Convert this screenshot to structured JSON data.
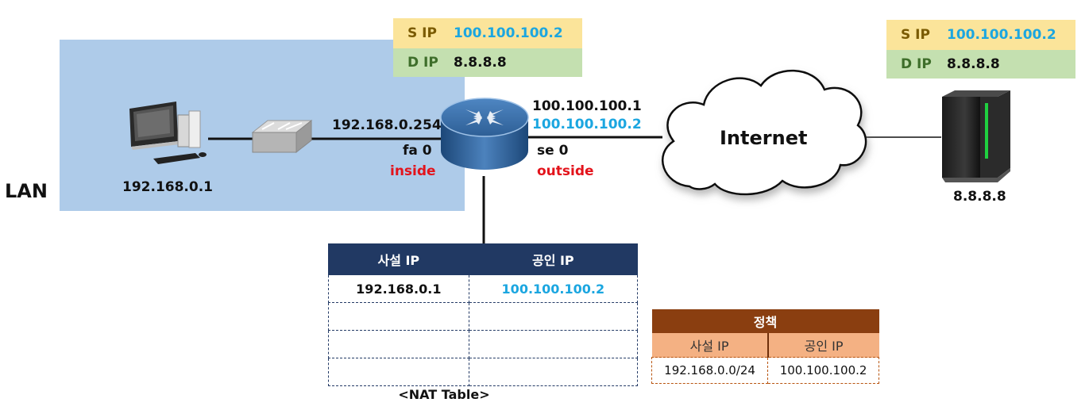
{
  "lan_label": "LAN",
  "pc": {
    "ip": "192.168.0.1"
  },
  "router": {
    "inside_ip": "192.168.0.254",
    "inside_interface": "fa 0",
    "inside_label": "inside",
    "outside_ip": "100.100.100.1",
    "outside_nat_ip": "100.100.100.2",
    "outside_interface": "se 0",
    "outside_label": "outside"
  },
  "cloud": {
    "label": "Internet"
  },
  "server": {
    "ip": "8.8.8.8"
  },
  "packet_left": {
    "s_label": "S IP",
    "s_value": "100.100.100.2",
    "d_label": "D IP",
    "d_value": "8.8.8.8"
  },
  "packet_right": {
    "s_label": "S IP",
    "s_value": "100.100.100.2",
    "d_label": "D IP",
    "d_value": "8.8.8.8"
  },
  "nat_table": {
    "caption": "<NAT Table>",
    "headers": [
      "사설 IP",
      "공인 IP"
    ],
    "rows": [
      [
        "192.168.0.1",
        "100.100.100.2"
      ],
      [
        "",
        ""
      ],
      [
        "",
        ""
      ],
      [
        "",
        ""
      ]
    ]
  },
  "policy": {
    "title": "정책",
    "headers": [
      "사설 IP",
      "공인 IP"
    ],
    "row": [
      "192.168.0.0/24",
      "100.100.100.2"
    ]
  },
  "colors": {
    "lan_bg": "#aecbe9",
    "nat_header": "#213963",
    "policy_header": "#8a3e10",
    "policy_sub": "#f4b183",
    "highlight": "#1ba6e0",
    "alert": "#e3131b"
  }
}
